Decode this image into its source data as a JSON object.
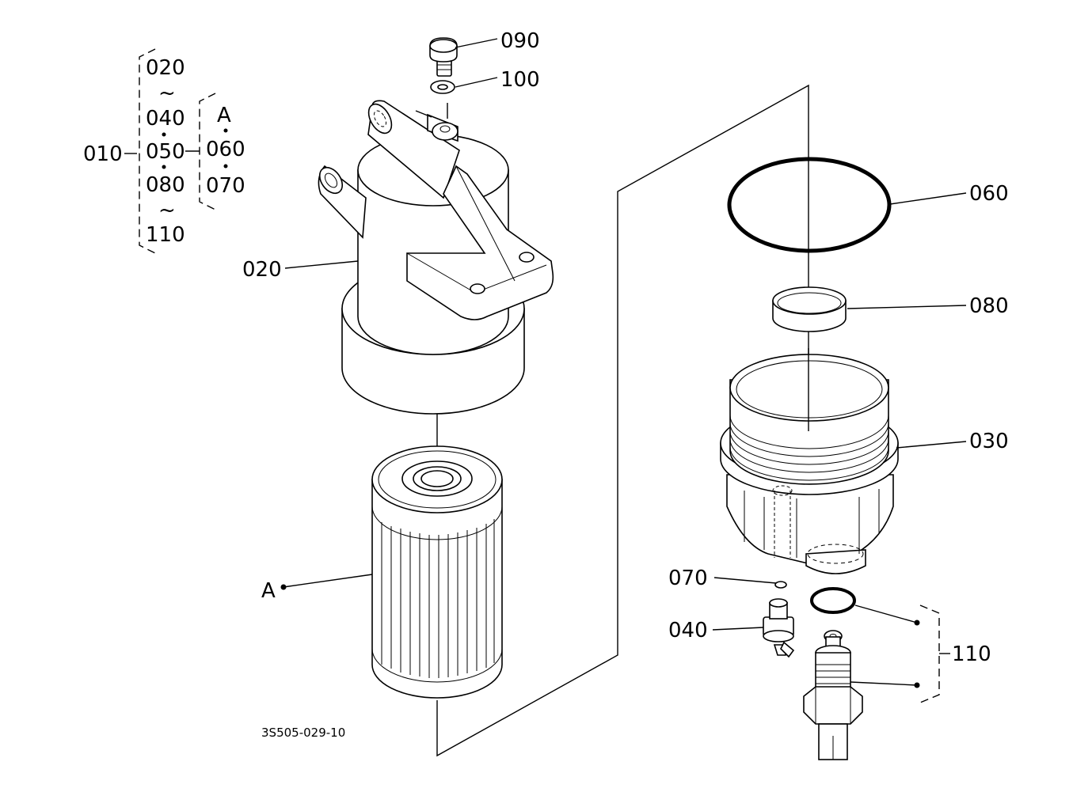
{
  "labels": {
    "p090": "090",
    "p100": "100",
    "p020": "020",
    "pA": "A",
    "p060": "060",
    "p080": "080",
    "p030": "030",
    "p070": "070",
    "p040": "040",
    "p110": "110"
  },
  "assembly": {
    "root": "010",
    "top": "020",
    "tilde1": "~",
    "a040": "040",
    "a050": "050",
    "a080": "080",
    "tilde2": "~",
    "a110": "110",
    "kitName": "A",
    "kit060": "060",
    "kit070": "070"
  },
  "drawing_number": "3S505-029-10"
}
